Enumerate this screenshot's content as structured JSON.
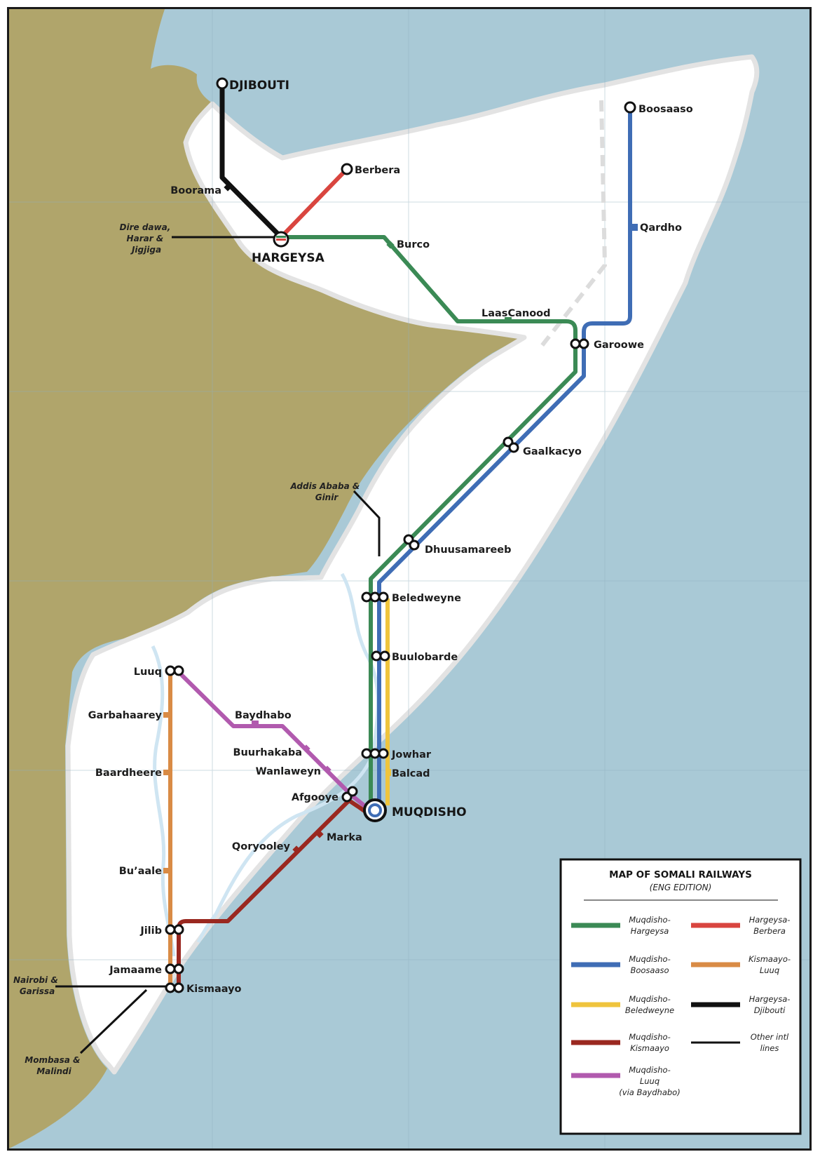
{
  "legend": {
    "title": "MAP OF SOMALI RAILWAYS",
    "subtitle": "(ENG EDITION)",
    "items": [
      {
        "line1": "Muqdisho-",
        "line2": "Hargeysa",
        "line3": "",
        "color": "#3b8a55"
      },
      {
        "line1": "Muqdisho-",
        "line2": "Boosaaso",
        "line3": "",
        "color": "#3f6db5"
      },
      {
        "line1": "Muqdisho-",
        "line2": "Beledweyne",
        "line3": "",
        "color": "#efc43d"
      },
      {
        "line1": "Muqdisho-",
        "line2": "Kismaayo",
        "line3": "",
        "color": "#9a2820"
      },
      {
        "line1": "Muqdisho-",
        "line2": "Luuq",
        "line3": "(via Baydhabo)",
        "color": "#b15aae"
      },
      {
        "line1": "Hargeysa-",
        "line2": "Berbera",
        "line3": "",
        "color": "#d9453f"
      },
      {
        "line1": "Kismaayo-",
        "line2": "Luuq",
        "line3": "",
        "color": "#d98b45"
      },
      {
        "line1": "Hargeysa-",
        "line2": "Djibouti",
        "line3": "",
        "color": "#111111"
      },
      {
        "line1": "Other intl",
        "line2": "lines",
        "line3": "",
        "color": "#111111"
      }
    ]
  },
  "cities": {
    "djibouti": "DJIBOUTI",
    "hargeysa": "HARGEYSA",
    "muqdisho": "MUQDISHO"
  },
  "stations": {
    "boorama": "Boorama",
    "berbera": "Berbera",
    "burco": "Burco",
    "laascanood": "LaasCanood",
    "boosaaso": "Boosaaso",
    "qardho": "Qardho",
    "garoowe": "Garoowe",
    "gaalkacyo": "Gaalkacyo",
    "dhuusamareeb": "Dhuusamareeb",
    "beledweyne": "Beledweyne",
    "buulobarde": "Buulobarde",
    "jowhar": "Jowhar",
    "balcad": "Balcad",
    "afgooye": "Afgooye",
    "marka": "Marka",
    "qoryooley": "Qoryooley",
    "wanlaweyn": "Wanlaweyn",
    "buurhakaba": "Buurhakaba",
    "baydhabo": "Baydhabo",
    "luuq": "Luuq",
    "garbahaarey": "Garbahaarey",
    "baardheere": "Baardheere",
    "buaale": "Bu’aale",
    "jilib": "Jilib",
    "jamaame": "Jamaame",
    "kismaayo": "Kismaayo"
  },
  "external": {
    "diredawa": [
      "Dire dawa,",
      "Harar &",
      "Jigjiga"
    ],
    "addis": [
      "Addis Ababa &",
      "Ginir"
    ],
    "nairobi": [
      "Nairobi &",
      "Garissa"
    ],
    "mombasa": [
      "Mombasa &",
      "Malindi"
    ]
  },
  "colors": {
    "sea": "#a9c9d6",
    "land_neighbor": "#b0a56b",
    "land_somalia": "#ffffff",
    "border": "#e3e3e3",
    "river": "#cfe5f2"
  }
}
